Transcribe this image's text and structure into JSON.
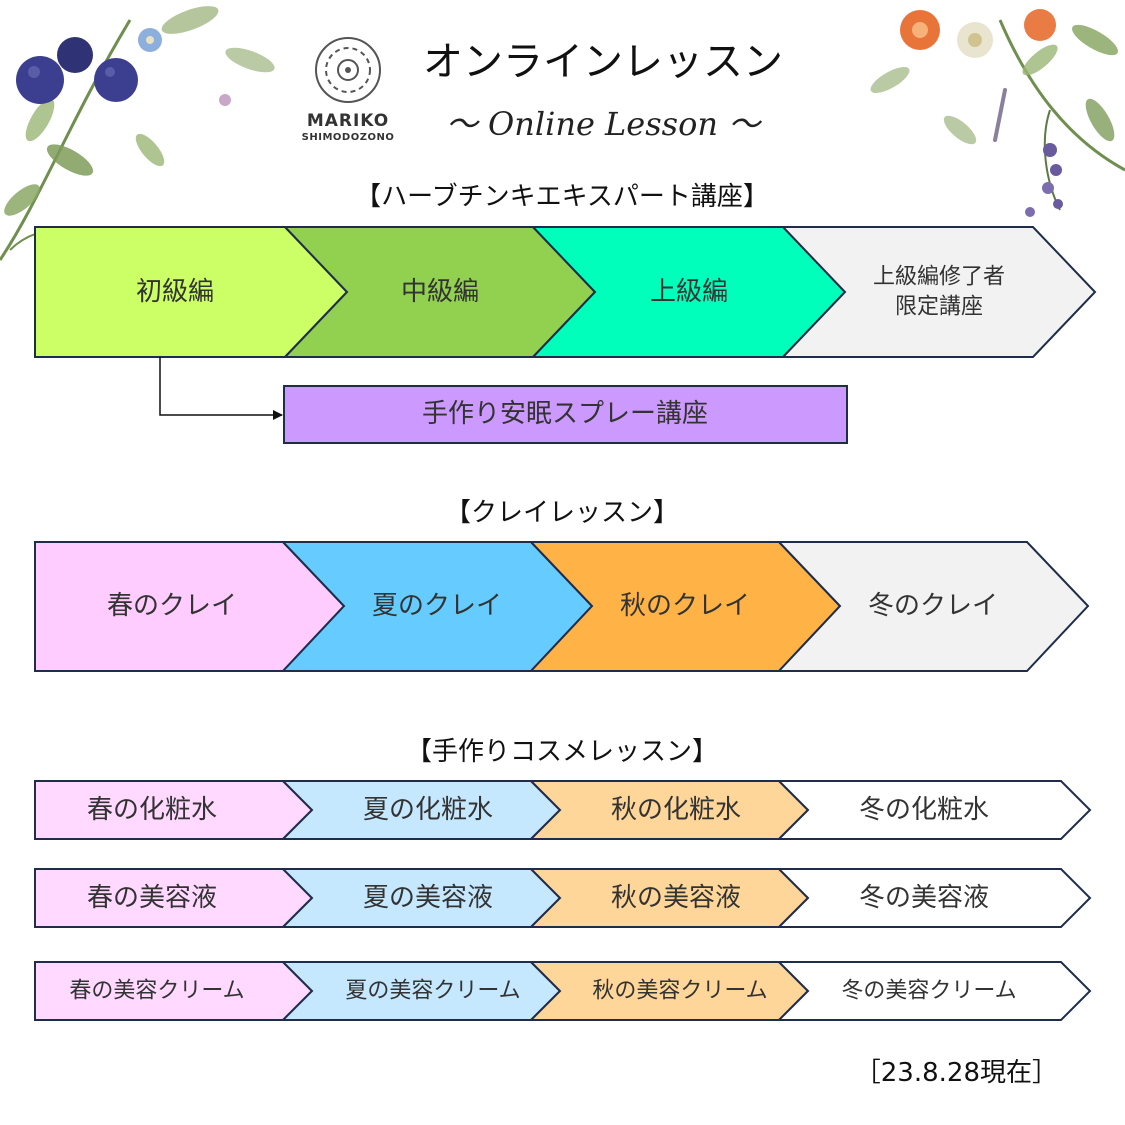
{
  "header": {
    "title": "オンラインレッスン",
    "subtitle": "～ Online Lesson ～",
    "logo_line1": "MARIKO",
    "logo_line2": "SHIMODOZONO",
    "accent_colors": {
      "berry": "#3c3f8f",
      "leaf": "#6f8f4e",
      "flower": "#e8743a",
      "lavender": "#6a5a9e"
    }
  },
  "sections": {
    "herb": {
      "title": "【ハーブチンキエキスパート講座】",
      "steps": [
        {
          "label": "初級編",
          "color": "#ccff66"
        },
        {
          "label": "中級編",
          "color": "#92d050"
        },
        {
          "label": "上級編",
          "color": "#00ffbb"
        },
        {
          "label": "上級編修了者",
          "label2": "限定講座",
          "color": "#f2f2f2"
        }
      ],
      "branch": {
        "label": "手作り安眠スプレー講座",
        "color": "#cc99ff"
      }
    },
    "clay": {
      "title": "【クレイレッスン】",
      "steps": [
        {
          "label": "春のクレイ",
          "color": "#ffccff"
        },
        {
          "label": "夏のクレイ",
          "color": "#66ccff"
        },
        {
          "label": "秋のクレイ",
          "color": "#ffb347"
        },
        {
          "label": "冬のクレイ",
          "color": "#f2f2f2"
        }
      ]
    },
    "cosme": {
      "title": "【手作りコスメレッスン】",
      "rows": [
        {
          "steps": [
            {
              "label": "春の化粧水",
              "color": "#ffd9ff"
            },
            {
              "label": "夏の化粧水",
              "color": "#c5e8ff"
            },
            {
              "label": "秋の化粧水",
              "color": "#ffd699"
            },
            {
              "label": "冬の化粧水",
              "color": "#ffffff"
            }
          ]
        },
        {
          "steps": [
            {
              "label": "春の美容液",
              "color": "#ffd9ff"
            },
            {
              "label": "夏の美容液",
              "color": "#c5e8ff"
            },
            {
              "label": "秋の美容液",
              "color": "#ffd699"
            },
            {
              "label": "冬の美容液",
              "color": "#ffffff"
            }
          ]
        },
        {
          "steps": [
            {
              "label": "春の美容クリーム",
              "color": "#ffd9ff"
            },
            {
              "label": "夏の美容クリーム",
              "color": "#c5e8ff"
            },
            {
              "label": "秋の美容クリーム",
              "color": "#ffd699"
            },
            {
              "label": "冬の美容クリーム",
              "color": "#ffffff"
            }
          ]
        }
      ]
    }
  },
  "footer": {
    "date_note": "［23.8.28現在］"
  },
  "style": {
    "stroke": "#1f2d4a"
  }
}
